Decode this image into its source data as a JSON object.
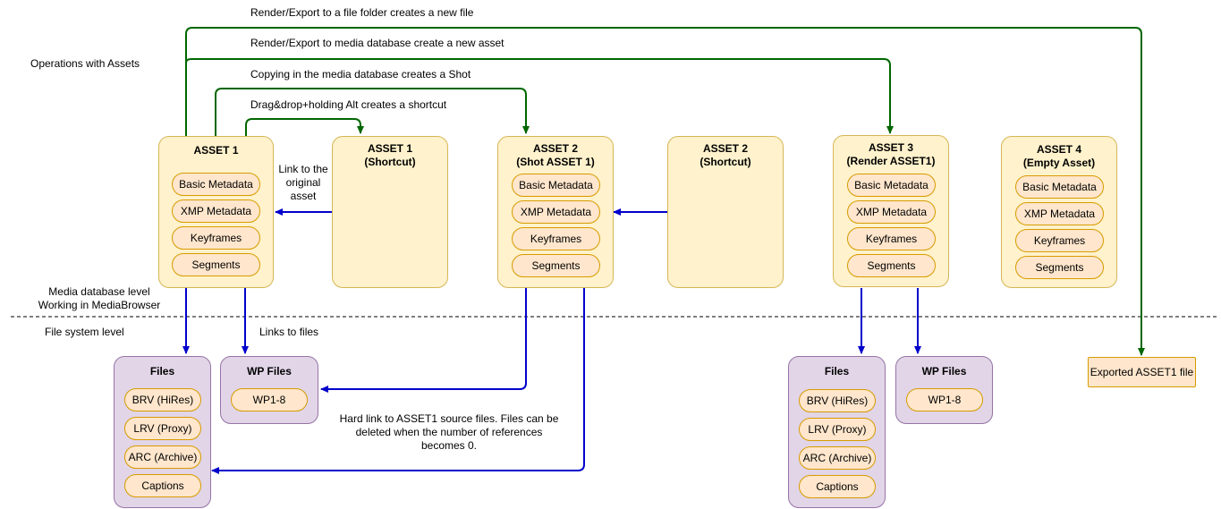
{
  "labels": {
    "operations": "Operations with Assets",
    "render_file": "Render/Export to a file folder creates a new file",
    "render_db": "Render/Export to media database create a new asset",
    "copy_shot": "Copying in the media database creates a Shot",
    "dragdrop": "Drag&drop+holding Alt creates a shortcut",
    "link_original": "Link to the\noriginal\nasset",
    "db_level": "Media database level\nWorking in MediaBrowser",
    "fs_level": "File system level",
    "links_files": "Links to files",
    "hard_link": "Hard link to ASSET1 source files. Files can be\ndeleted when the number of references\nbecomes 0."
  },
  "assets": {
    "asset1": {
      "title": "ASSET 1",
      "items": [
        "Basic Metadata",
        "XMP Metadata",
        "Keyframes",
        "Segments"
      ]
    },
    "asset1_shortcut": {
      "title": "ASSET 1\n(Shortcut)"
    },
    "asset2": {
      "title": "ASSET 2\n(Shot ASSET 1)",
      "items": [
        "Basic Metadata",
        "XMP Metadata",
        "Keyframes",
        "Segments"
      ]
    },
    "asset2_shortcut": {
      "title": "ASSET 2\n(Shortcut)"
    },
    "asset3": {
      "title": "ASSET 3\n(Render ASSET1)",
      "items": [
        "Basic Metadata",
        "XMP Metadata",
        "Keyframes",
        "Segments"
      ]
    },
    "asset4": {
      "title": "ASSET 4\n(Empty Asset)",
      "items": [
        "Basic Metadata",
        "XMP Metadata",
        "Keyframes",
        "Segments"
      ]
    }
  },
  "files": {
    "files_left": {
      "title": "Files",
      "items": [
        "BRV (HiRes)",
        "LRV (Proxy)",
        "ARC (Archive)",
        "Captions"
      ]
    },
    "wp_left": {
      "title": "WP Files",
      "items": [
        "WP1-8"
      ]
    },
    "files_right": {
      "title": "Files",
      "items": [
        "BRV (HiRes)",
        "LRV (Proxy)",
        "ARC (Archive)",
        "Captions"
      ]
    },
    "wp_right": {
      "title": "WP Files",
      "items": [
        "WP1-8"
      ]
    }
  },
  "exported": "Exported ASSET1 file",
  "colors": {
    "asset_fill": "#fff2cc",
    "asset_border": "#d6b656",
    "pill_fill": "#ffe6cc",
    "pill_border": "#d79b00",
    "files_fill": "#e1d5e7",
    "files_border": "#9673a6",
    "green_arrow": "#006600",
    "blue_arrow": "#0000cc"
  }
}
